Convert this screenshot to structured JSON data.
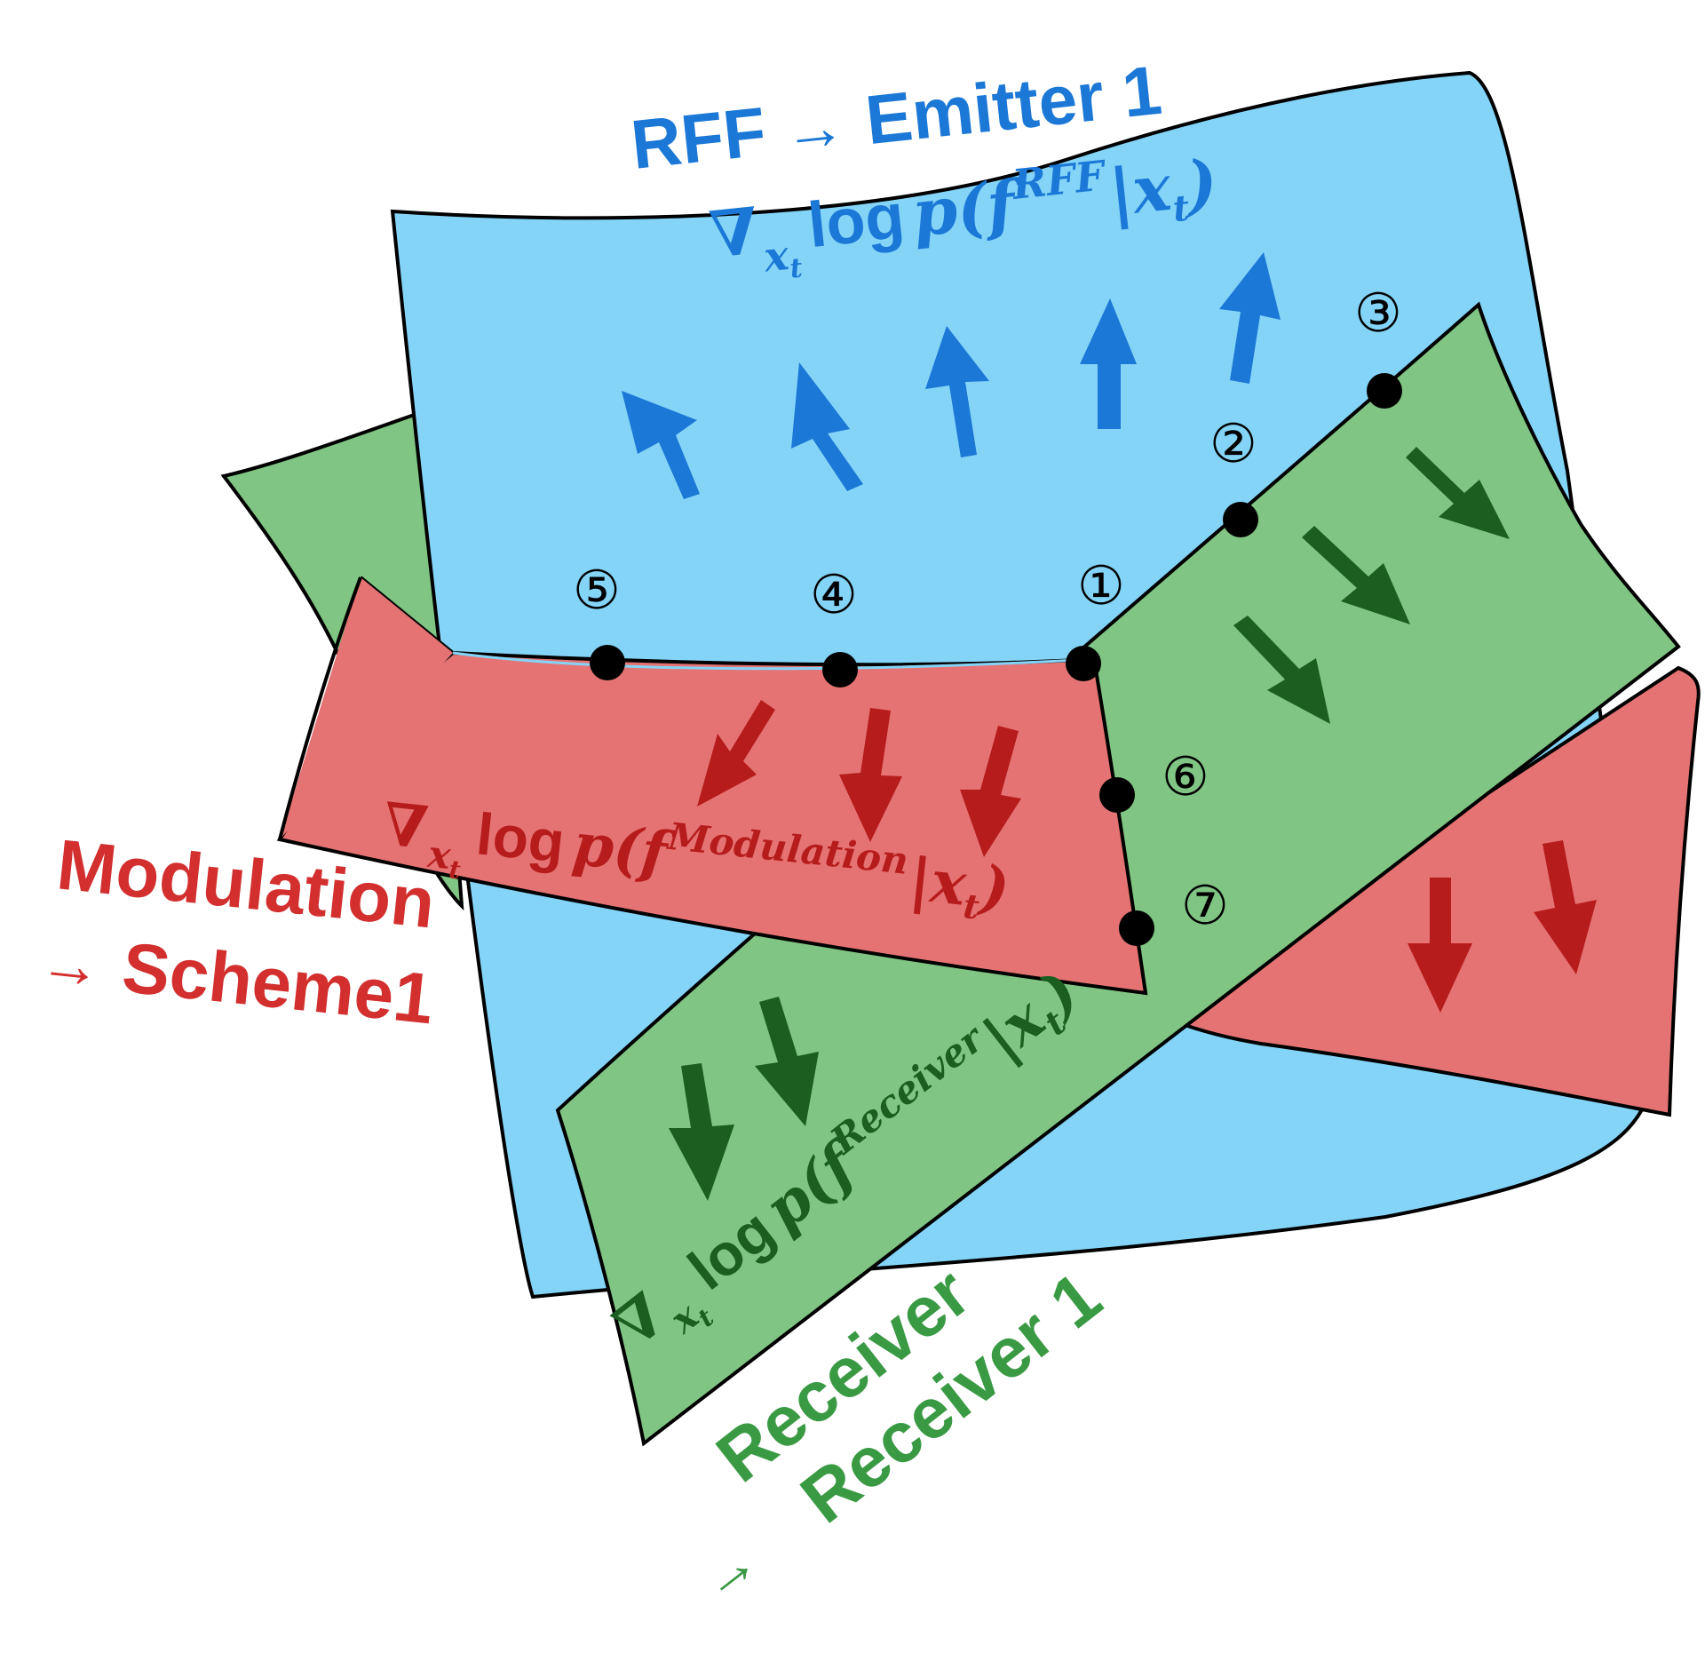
{
  "colors": {
    "blue_fill": "#84d4f8",
    "blue_text": "#1b78d6",
    "green_fill": "#80c583",
    "green_arrow": "#1b5e20",
    "green_text": "#3a9a44",
    "red_fill": "#e57373",
    "red_arrow": "#b71c1c",
    "red_text": "#d32f2f",
    "outline": "#000000"
  },
  "labels": {
    "rff": "RFF",
    "rff_arrow": "→",
    "rff_target": "Emitter 1",
    "modulation": "Modulation",
    "modulation_arrow": "→",
    "modulation_target": "Scheme1",
    "receiver": "Receiver",
    "receiver_arrow": "→",
    "receiver_target": "Receiver 1"
  },
  "formulas": {
    "rff": {
      "nabla": "∇",
      "sub": "x",
      "subsub": "t",
      "log": "log",
      "p": "p(f",
      "sup": "RFF",
      "cond": "|x",
      "condsub": "t",
      "close": ")"
    },
    "modulation": {
      "nabla": "∇",
      "sub": "x",
      "subsub": "t",
      "log": "log",
      "p": "p(f",
      "sup": "Modulation",
      "cond": "|x",
      "condsub": "t",
      "close": ")"
    },
    "receiver": {
      "nabla": "∇",
      "sub": "x",
      "subsub": "t",
      "log": "log",
      "p": "p(f",
      "sup": "Receiver",
      "cond": "|x",
      "condsub": "t",
      "close": ")"
    }
  },
  "points": {
    "p1": "①",
    "p2": "②",
    "p3": "③",
    "p4": "④",
    "p5": "⑤",
    "p6": "⑥",
    "p7": "⑦"
  }
}
